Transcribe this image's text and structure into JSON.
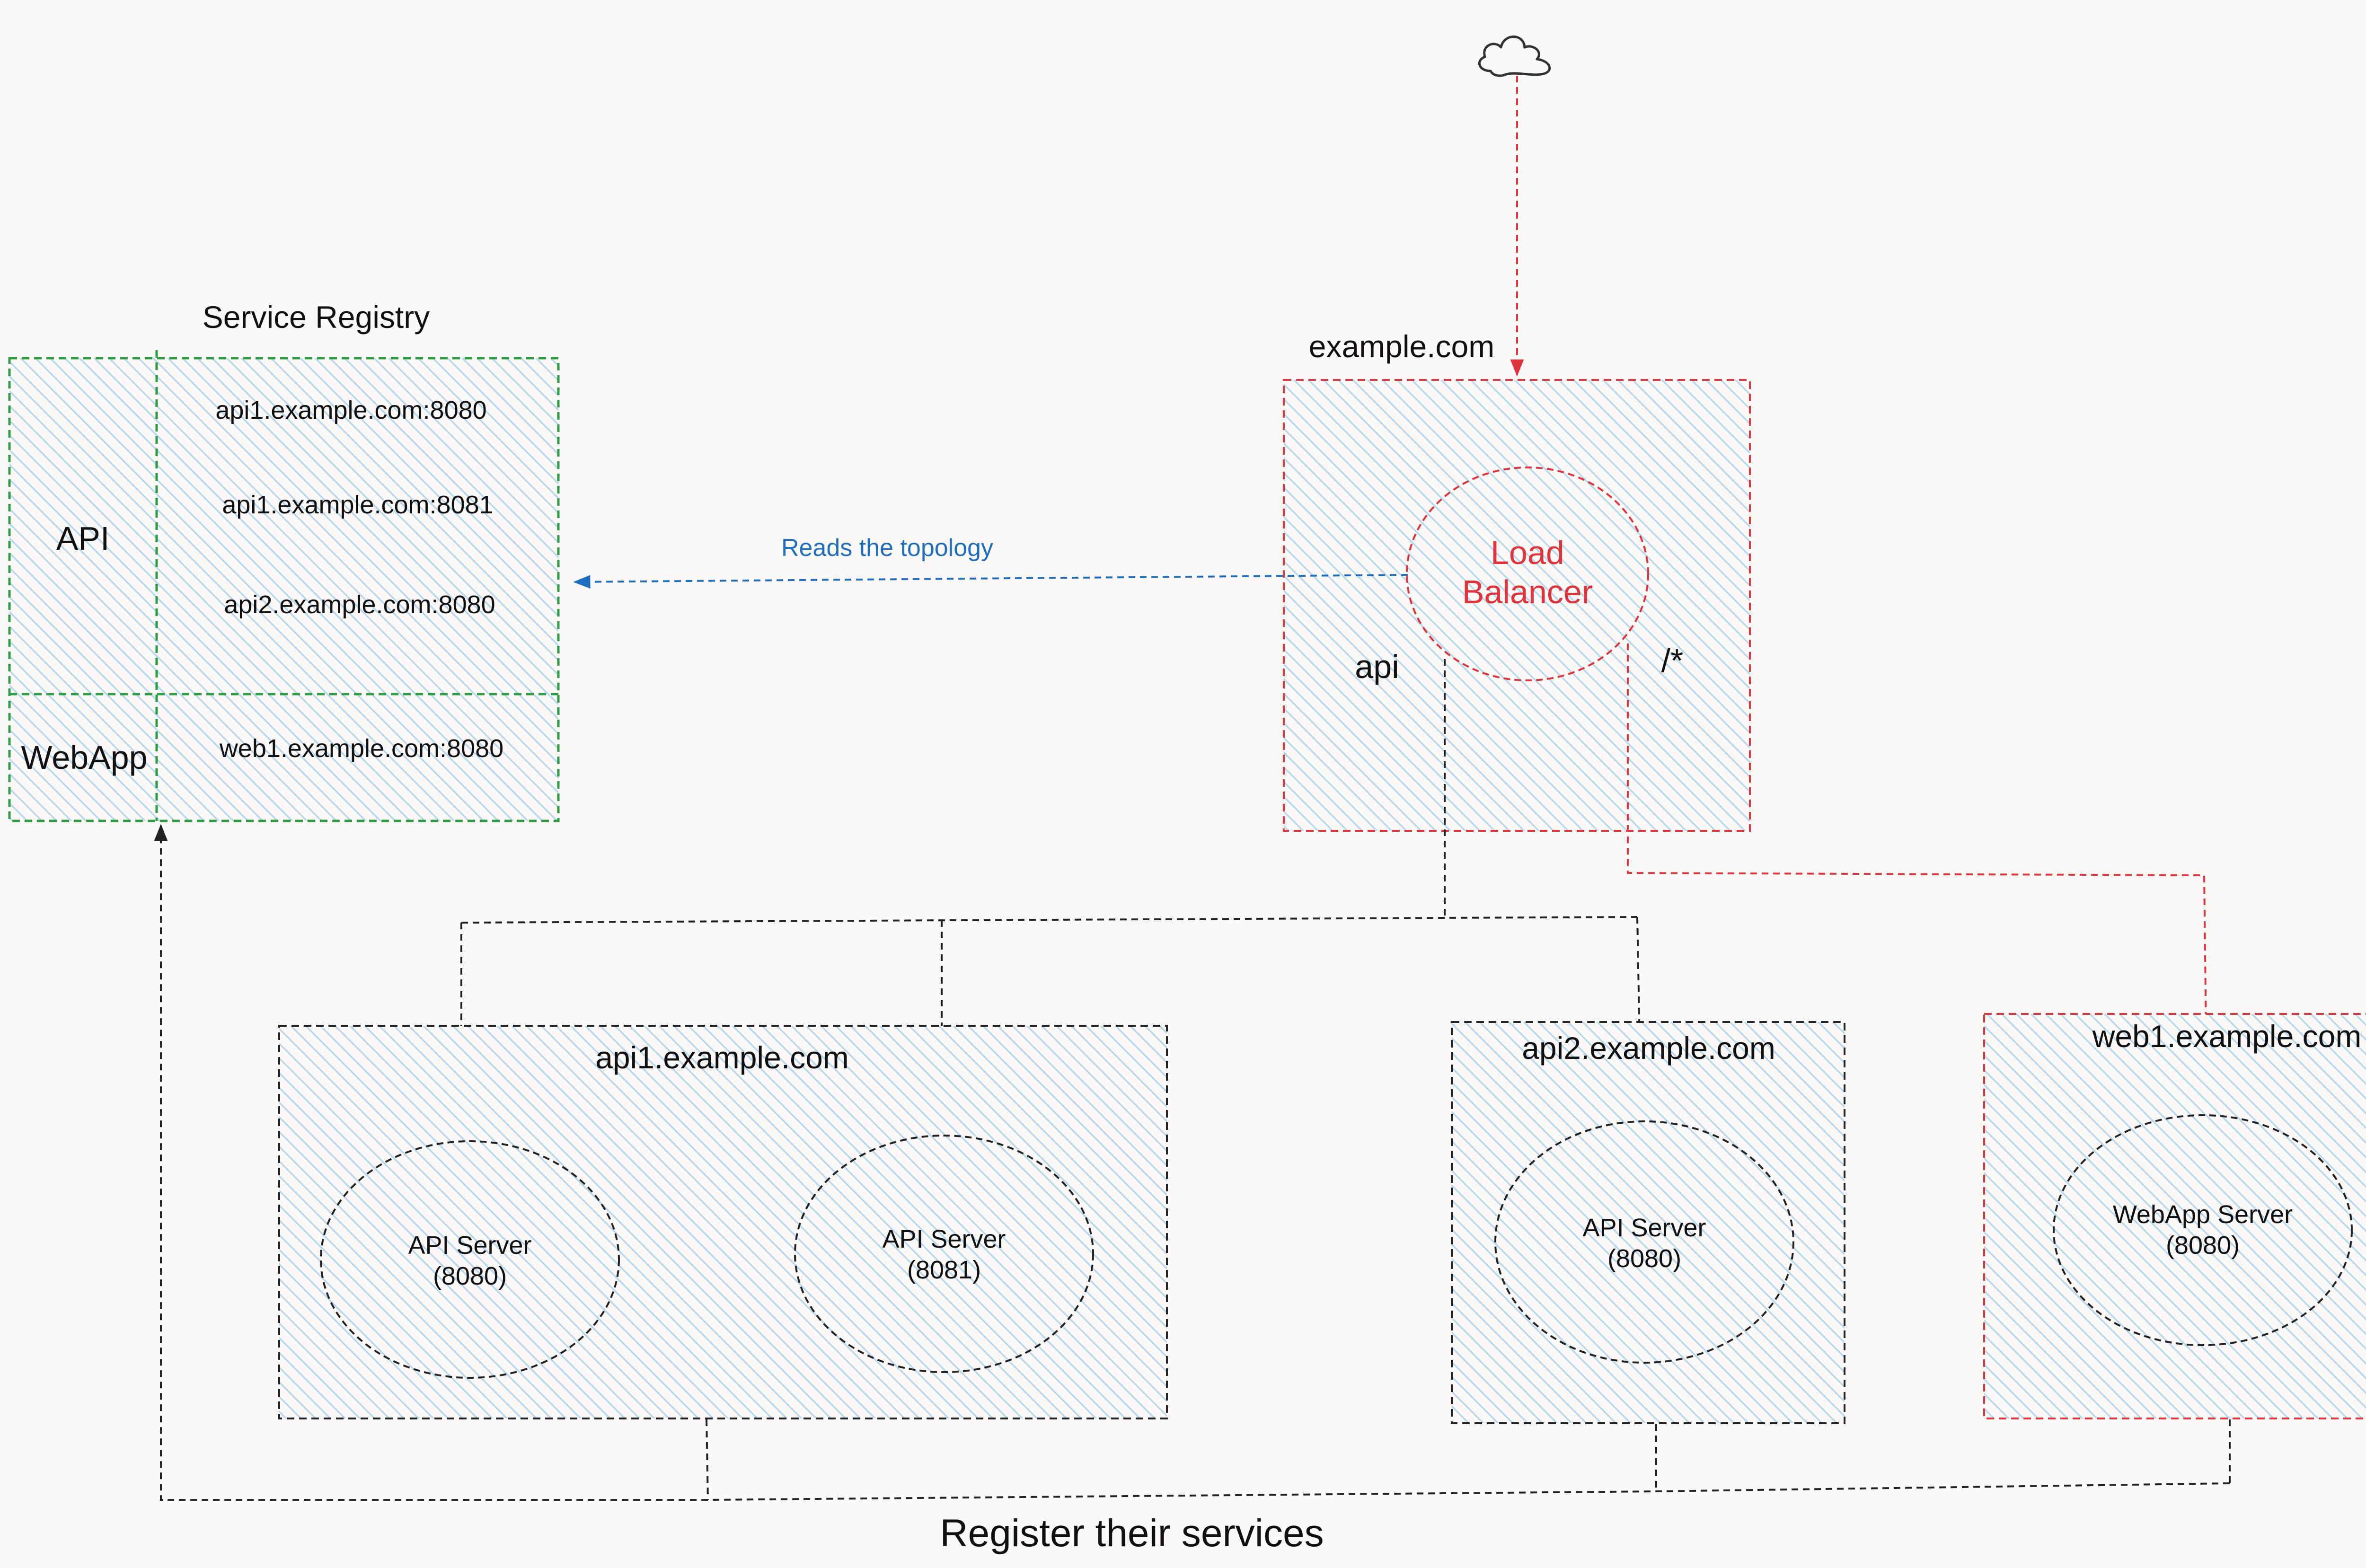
{
  "colors": {
    "background": "#fcf8f5",
    "black_dash": "#222222",
    "red_dash": "#e0333c",
    "green_dash": "#2e9e45",
    "blue_link": "#1f6fc1",
    "hatch_fill": "#a9d2ee"
  },
  "icons": {
    "internet": "cloud-icon"
  },
  "registry": {
    "title": "Service Registry",
    "rows": [
      {
        "service": "API",
        "entries": [
          "api1.example.com:8080",
          "api1.example.com:8081",
          "api2.example.com:8080"
        ]
      },
      {
        "service": "WebApp",
        "entries": [
          "web1.example.com:8080"
        ]
      }
    ]
  },
  "load_balancer": {
    "domain": "example.com",
    "name_line1": "Load",
    "name_line2": "Balancer",
    "route_api": "api",
    "route_all": "/*"
  },
  "edges": {
    "reads_topology": "Reads the topology",
    "register": "Register their services"
  },
  "hosts": {
    "api1": {
      "name": "api1.example.com",
      "servers": [
        {
          "line1": "API Server",
          "line2": "(8080)"
        },
        {
          "line1": "API Server",
          "line2": "(8081)"
        }
      ]
    },
    "api2": {
      "name": "api2.example.com",
      "servers": [
        {
          "line1": "API Server",
          "line2": "(8080)"
        }
      ]
    },
    "web1": {
      "name": "web1.example.com",
      "servers": [
        {
          "line1": "WebApp Server",
          "line2": "(8080)"
        }
      ]
    }
  }
}
